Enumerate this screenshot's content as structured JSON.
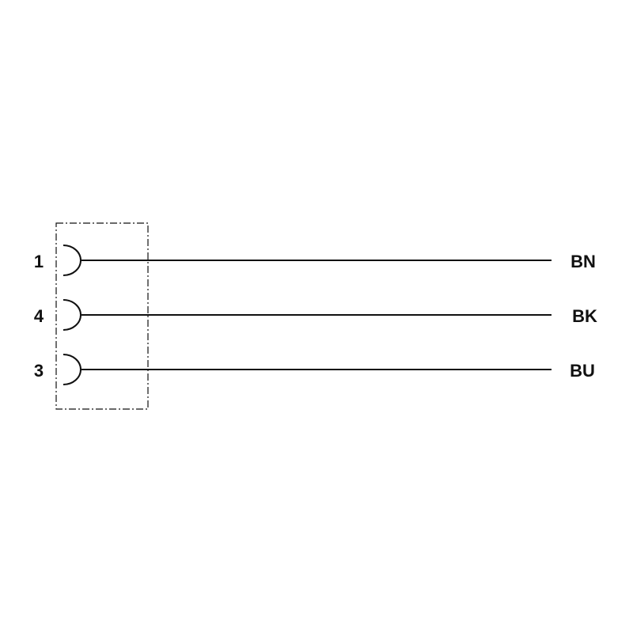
{
  "diagram": {
    "line_color": "#111111",
    "connectors": [
      {
        "pin": "1",
        "wire_color": "BN"
      },
      {
        "pin": "4",
        "wire_color": "BK"
      },
      {
        "pin": "3",
        "wire_color": "BU"
      }
    ]
  }
}
